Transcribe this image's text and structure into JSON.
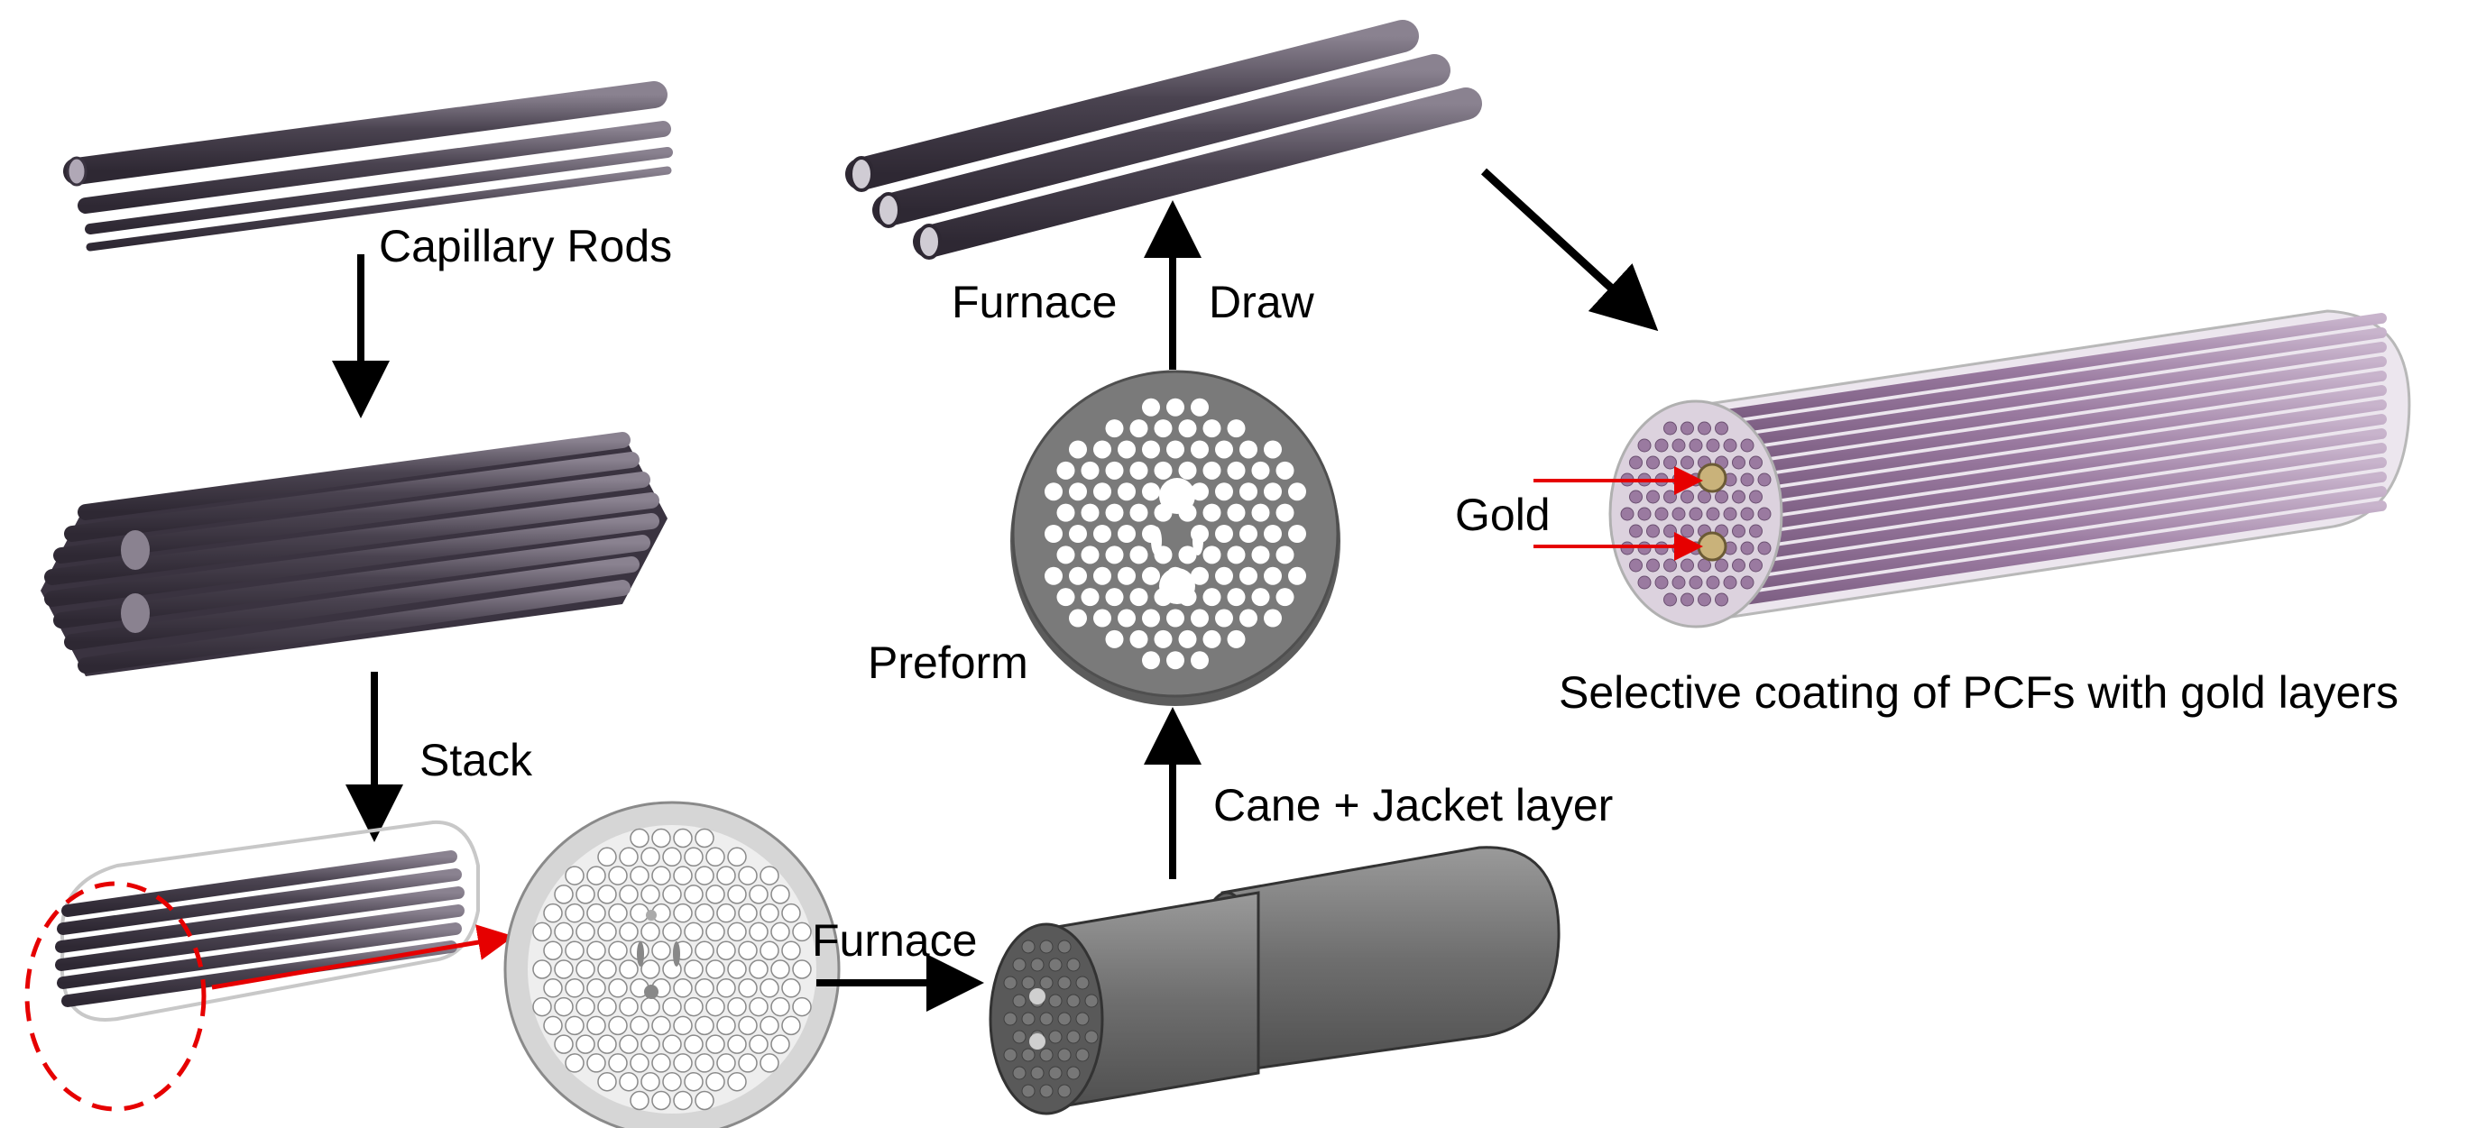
{
  "labels": {
    "capillary_rods": "Capillary Rods",
    "stack": "Stack",
    "furnace_bottom": "Furnace",
    "cane_jacket": "Cane + Jacket layer",
    "preform": "Preform",
    "furnace_top": "Furnace",
    "draw": "Draw",
    "gold": "Gold",
    "caption": "Selective coating of PCFs with gold layers"
  },
  "colors": {
    "rod": "#4a4350",
    "rod_highlight": "#8a8290",
    "preform_disk": "#6d6d6d",
    "cane_gray": "#7a7a7a",
    "pcf_purple": "#9a7aa0",
    "gold": "#c9b27a",
    "arrow": "#000000",
    "red": "#e60000"
  }
}
